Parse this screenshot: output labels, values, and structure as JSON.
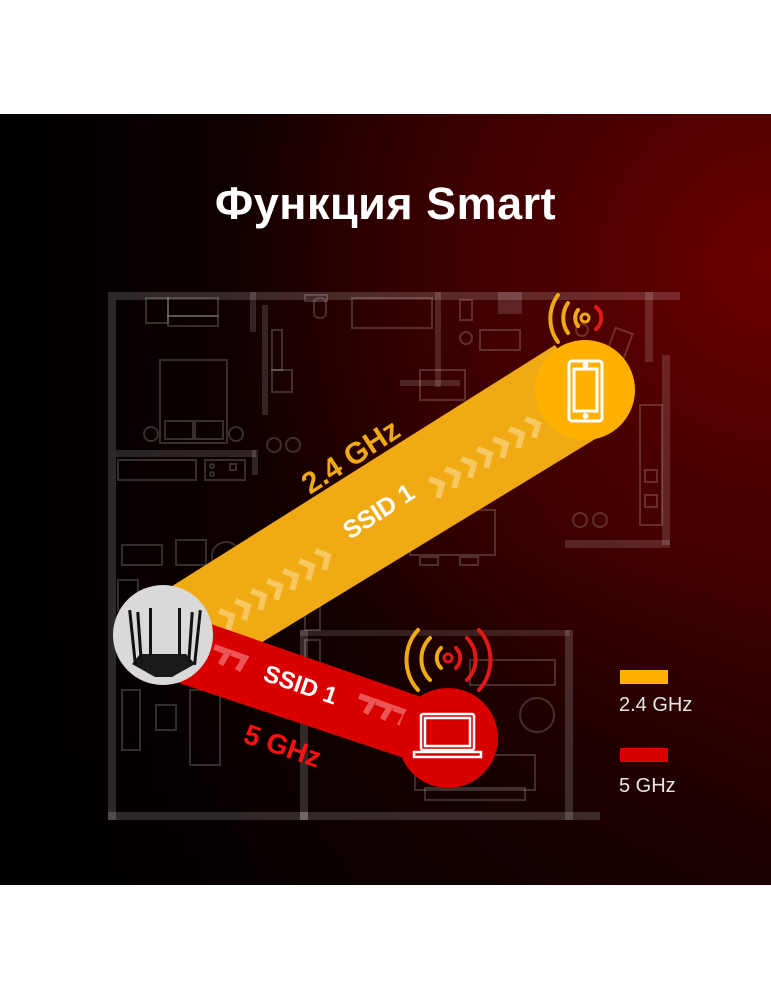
{
  "title": "Функция Smart",
  "colors": {
    "band_24": "#FFB000",
    "band_5": "#D90000",
    "background_dark": "#000000",
    "background_red": "#5a0000",
    "router_circle": "#d9d9d9"
  },
  "devices": {
    "router": {
      "icon": "router-icon"
    },
    "phone": {
      "icon": "smartphone-icon",
      "band": "2.4 GHz"
    },
    "laptop": {
      "icon": "laptop-icon",
      "band": "5 GHz"
    }
  },
  "beams": {
    "band_24": {
      "band_label": "2.4 GHz",
      "ssid_label": "SSID 1"
    },
    "band_5": {
      "band_label": "5 GHz",
      "ssid_label": "SSID 1"
    }
  },
  "legend": [
    {
      "label": "2.4 GHz",
      "color": "#FFB000"
    },
    {
      "label": "5 GHz",
      "color": "#D90000"
    }
  ]
}
